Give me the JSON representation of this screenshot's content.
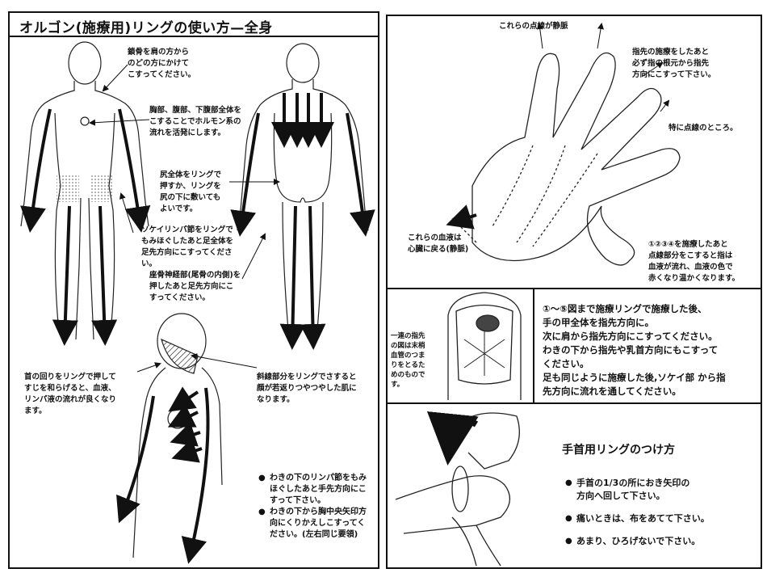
{
  "title": "オルゴン(施療用)リングの使い方—全身",
  "body_notes": {
    "collarbone": "鎖骨を肩の方から\nのどの方にかけて\nこすってください。",
    "chest": "胸部、腹部、下腹部全体を\nこすることでホルモン系の\n流れを活発にします。",
    "hip": "尻全体をリングで\n押すか、リングを\n尻の下に敷いても\nよいです。",
    "groin": "ソケイリンパ節をリングで\nもみほぐしたあと足全体を\n足先方向にこすってくださ\nい。",
    "sciatic": "座骨神経部(尾骨の内側)を\n押したあと足先方向にこ\nすってください。",
    "neck": "首の回りをリングで押して\nすじを和らげると、血液、\nリンパ液の流れが良くなり\nます。",
    "diagonal": "斜線部分をリングでさすると\n顔が若返りつやつやした肌に\nなります。"
  },
  "armpit_bullets": [
    "わきの下のリンパ節をもみ\nほぐしたあと手先方向にこ\nすって下さい。",
    "わきの下から胸中央矢印方\n向にくりかえしこすってく\nださい。(左右同じ要領)"
  ],
  "hand_notes": {
    "veins": "これらの点線が静脈",
    "fingertip": "指先の施療をしたあと\n必ず指の根元から指先\n方向にこすって下さい。",
    "dotted": "特に点線のところ。",
    "heart": "これらの血液は\n心臓に戻る(静脈)",
    "after": "①②③④を施療したあと\n点線部分をこすると指は\n血液が流れ、血液の色で\n赤くなり温かくなります。"
  },
  "nail_note": "一連の指先\nの図は末梢\n血管のつま\nりをとるた\nめのもので\nす。",
  "procedure_note": "①～⑤図まで施療リングで施療した後、\n手の甲全体を指先方向に。\n次に肩から指先方向にこすってください。\nわきの下から指先や乳首方向にもこすって\nください。\n足も同じように施療した後,ソケイ部 から指\n先方向に流れを通してください。",
  "wrist": {
    "heading": "手首用リングのつけ方",
    "bullets": [
      "手首の1/3の所におき矢印の\n方向へ回して下さい。",
      "痛いときは、布をあてて下さい。",
      "あまり、ひろげないで下さい。"
    ]
  }
}
